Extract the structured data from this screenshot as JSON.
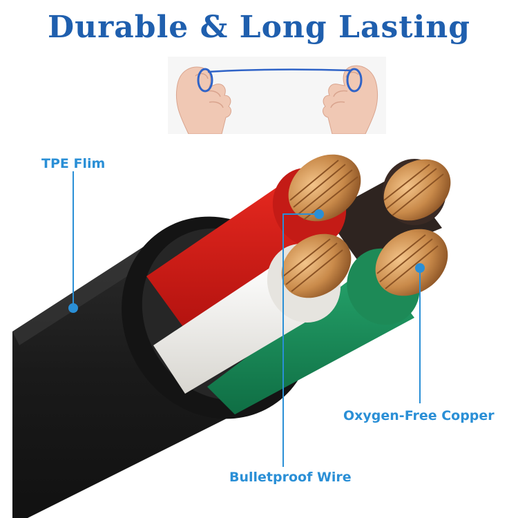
{
  "title": "Durable & Long Lasting",
  "labels": {
    "tpe": "TPE Flim",
    "bulletproof": "Bulletproof Wire",
    "copper": "Oxygen-Free Copper"
  },
  "colors": {
    "title": "#1f5fae",
    "callout": "#2a8fd6",
    "jacket": "#1c1c1c",
    "red_wire": "#d01c1c",
    "white_wire": "#ecebe6",
    "green_wire": "#1c8a5a",
    "brown_wire": "#3a2a24",
    "copper": "#c98a4a"
  },
  "icons": [
    "hands-stretching-cable-photo",
    "cable-cross-section-illustration"
  ]
}
